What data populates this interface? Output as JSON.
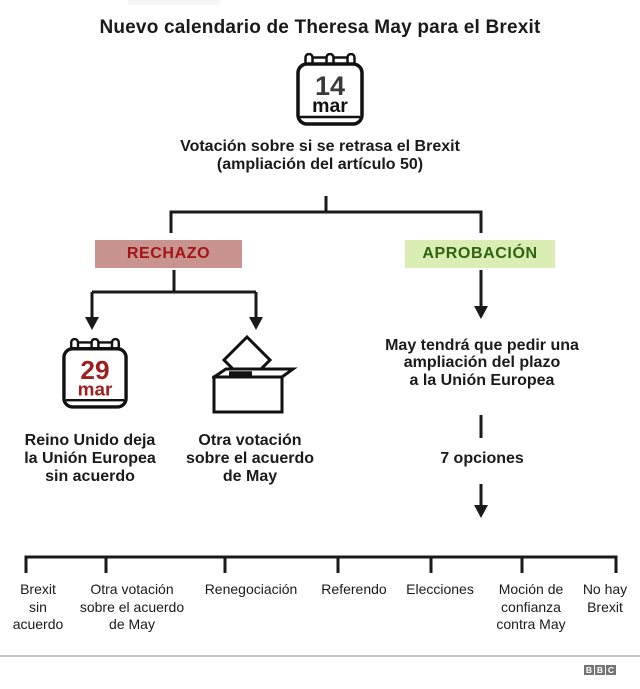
{
  "title": "Nuevo calendario de Theresa May para el Brexit",
  "start": {
    "calendar_day": "14",
    "calendar_month": "mar",
    "date_color": "#3a3a3a",
    "month_color": "#111111",
    "caption": "Votación sobre si se retrasa el Brexit\n(ampliación del artículo 50)"
  },
  "reject_branch": {
    "label": "RECHAZO",
    "bg_color": "#c9938f",
    "text_color": "#a31414",
    "no_deal": {
      "calendar_day": "29",
      "calendar_month": "mar",
      "date_color": "#9e1f1f",
      "month_color": "#9e1f1f",
      "caption": "Reino Unido deja\nla Unión Europea\nsin acuerdo"
    },
    "second_vote": {
      "icon": "ballot-box-icon",
      "caption": "Otra votación\nsobre el acuerdo\nde May"
    }
  },
  "approve_branch": {
    "label": "APROBACIÓN",
    "bg_color": "#d9edb5",
    "text_color": "#2f6311",
    "caption": "May tendrá que pedir una\nampliación del plazo\na la Unión Europea",
    "options_count_label": "7 opciones"
  },
  "options": [
    "Brexit\nsin\nacuerdo",
    "Otra votación\nsobre el acuerdo\nde May",
    "Renegociación",
    "Referendo",
    "Elecciones",
    "Moción de\nconfianza\ncontra May",
    "No hay\nBrexit"
  ],
  "branding": {
    "logo_bg": "#757575",
    "letters": [
      "B",
      "B",
      "C"
    ]
  }
}
